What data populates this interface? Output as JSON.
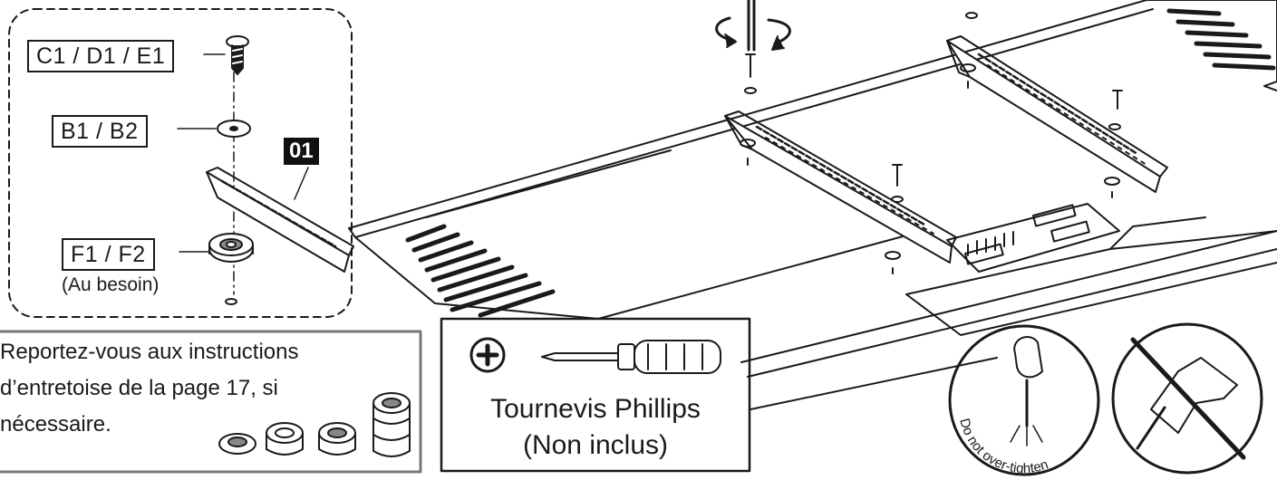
{
  "labels": {
    "screw": "C1 / D1 / E1",
    "washer": "B1 / B2",
    "spacer": "F1 / F2",
    "spacer_note": "(Au besoin)",
    "part_number": "01"
  },
  "spacer_note_box": {
    "line1": "Reportez-vous aux instructions",
    "line2": "d’entretoise de la page 17, si",
    "line3": "nécessaire."
  },
  "tool_box": {
    "line1": "Tournevis Phillips",
    "line2": "(Non inclus)"
  },
  "warnings": {
    "do_not_overtighten": "Do not over-tighten"
  },
  "icons": [
    "screw-icon",
    "washer-icon",
    "spacer-icon",
    "bracket-icon",
    "phillips-plus-icon",
    "screwdriver-icon",
    "rotate-arrows-icon",
    "no-power-drill-icon"
  ]
}
